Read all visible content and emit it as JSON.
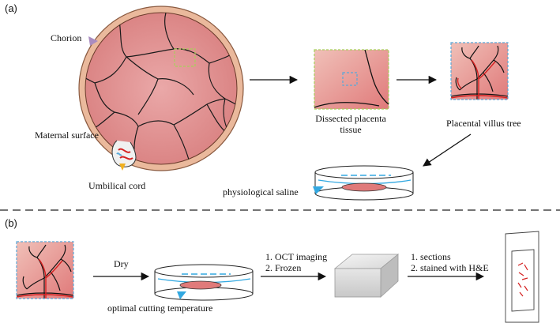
{
  "panels": {
    "a": "(a)",
    "b": "(b)"
  },
  "labels": {
    "chorion": "Chorion",
    "maternal_surface": "Maternal surface",
    "umbilical_cord": "Umbilical cord",
    "dissected_line1": "Dissected placenta",
    "dissected_line2": "tissue",
    "villus_tree": "Placental villus tree",
    "saline": "physiological saline",
    "dry": "Dry",
    "oct_step1": "1. OCT imaging",
    "oct_step2": "2. Frozen",
    "sections_step1": "1. sections",
    "sections_step2": "2. stained with H&E",
    "optimal": "optimal cutting temperature"
  },
  "colors": {
    "placenta_fill": "#dc8a8a",
    "rim": "#e8b89a",
    "vessel_red": "#d42020",
    "saline_blue": "#33a8e0",
    "dashed_blue": "#5aa8d8",
    "dashed_green": "#a6d05a",
    "chorion_pointer": "#a98cc0",
    "cord_pointer": "#f0b020"
  },
  "icons": [
    "arrow-right-icon",
    "arrow-diagonal-icon",
    "pointer-triangle-icon"
  ]
}
